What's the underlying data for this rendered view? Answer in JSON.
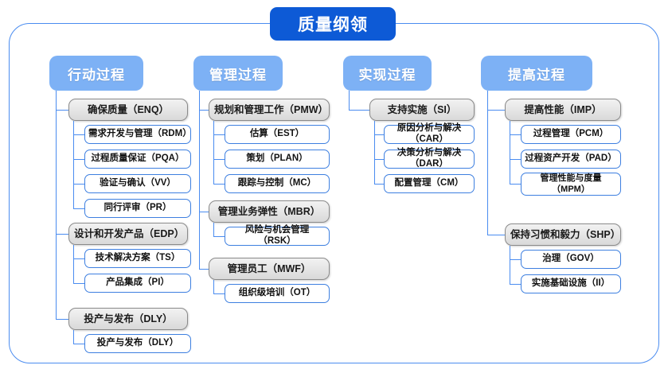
{
  "diagram": {
    "title": "质量纲领",
    "accent_color": "#0d5ad6",
    "header_color": "#7db1f5",
    "group_border_color": "#8a8a8a",
    "leaf_border_color": "#3d7fe0",
    "frame_color": "#4a8cf0"
  },
  "columns": [
    {
      "header": "行动过程",
      "groups": [
        {
          "label": "确保质量（ENQ）",
          "items": [
            "需求开发与管理（RDM）",
            "过程质量保证（PQA）",
            "验证与确认（VV）",
            "同行评审（PR）"
          ]
        },
        {
          "label": "设计和开发产品（EDP）",
          "items": [
            "技术解决方案（TS）",
            "产品集成（PI）"
          ]
        },
        {
          "label": "投产与发布（DLY）",
          "items": [
            "投产与发布（DLY）"
          ]
        }
      ]
    },
    {
      "header": "管理过程",
      "groups": [
        {
          "label": "规划和管理工作（PMW）",
          "items": [
            "估算（EST）",
            "策划（PLAN）",
            "跟踪与控制（MC）"
          ]
        },
        {
          "label": "管理业务弹性（MBR）",
          "items": [
            "风险与机会管理（RSK）"
          ]
        },
        {
          "label": "管理员工（MWF）",
          "items": [
            "组织级培训（OT）"
          ]
        }
      ]
    },
    {
      "header": "实现过程",
      "groups": [
        {
          "label": "支持实施（SI）",
          "items": [
            "原因分析与解决（CAR）",
            "决策分析与解决（DAR）",
            "配置管理（CM）"
          ]
        }
      ]
    },
    {
      "header": "提高过程",
      "groups": [
        {
          "label": "提高性能（IMP）",
          "items": [
            "过程管理（PCM）",
            "过程资产开发（PAD）",
            "管理性能与度量\n（MPM）"
          ]
        },
        {
          "label": "保持习惯和毅力（SHP）",
          "items": [
            "治理（GOV）",
            "实施基础设施（II）"
          ]
        }
      ]
    }
  ]
}
